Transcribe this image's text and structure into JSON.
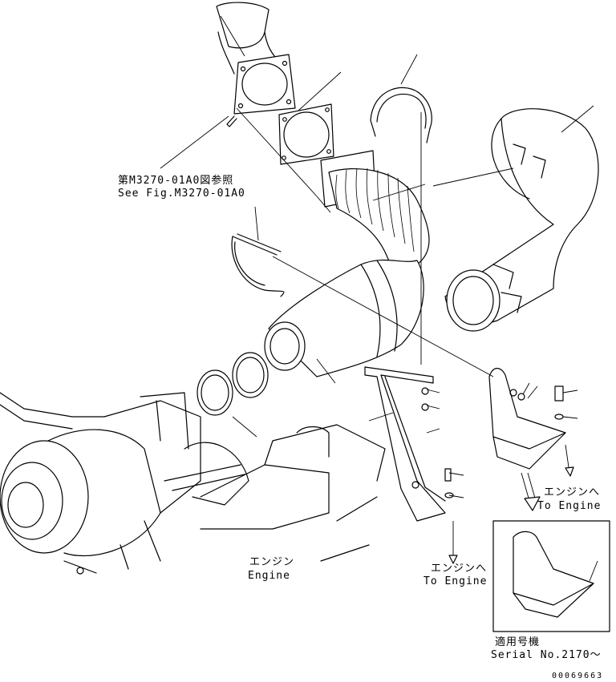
{
  "labels": {
    "ref_jp": "第M3270-01A0図参照",
    "ref_en": "See Fig.M3270-01A0",
    "engine_jp": "エンジン",
    "engine_en": "Engine",
    "to_engine_jp_1": "エンジンへ",
    "to_engine_en_1": "To Engine",
    "to_engine_jp_2": "エンジンへ",
    "to_engine_en_2": "To Engine",
    "serial_jp": "適用号機",
    "serial_en": "Serial No.2170〜",
    "drawing_no": "00069663"
  }
}
